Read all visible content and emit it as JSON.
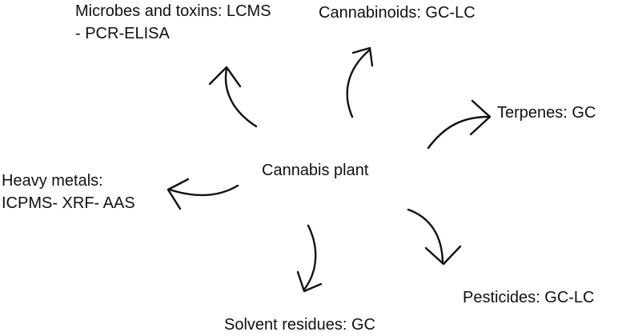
{
  "center": "Cannabis plant",
  "nodes": {
    "microbes": [
      "Microbes and toxins: LCMS",
      "- PCR-ELISA"
    ],
    "cannabinoids": "Cannabinoids: GC-LC",
    "terpenes": "Terpenes: GC",
    "heavy_metals": [
      "Heavy metals:",
      "ICPMS- XRF- AAS"
    ],
    "pesticides": "Pesticides: GC-LC",
    "solvents": "Solvent residues: GC"
  },
  "colors": {
    "ink": "#111111",
    "background": "#ffffff"
  }
}
